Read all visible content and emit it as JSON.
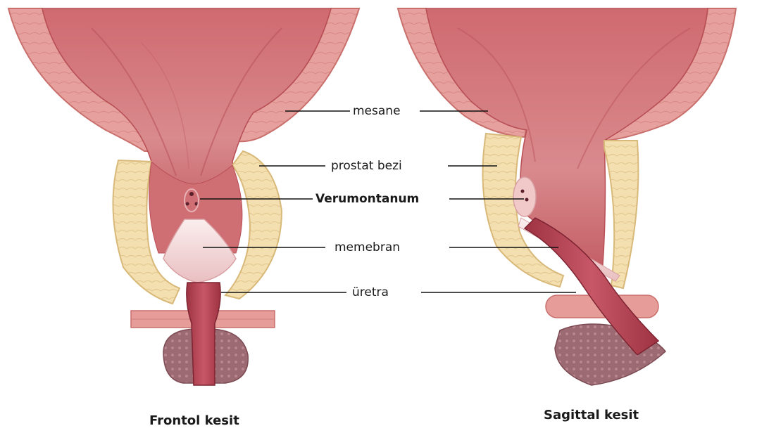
{
  "labels": {
    "mesane": "mesane",
    "prostat_bezi": "prostat bezi",
    "verumontanum": "Verumontanum",
    "memebran": "memebran",
    "uretra": "üretra"
  },
  "captions": {
    "frontal": "Frontol kesit",
    "sagittal": "Sagittal kesit"
  },
  "colors": {
    "bladder_wall": "#e59b98",
    "bladder_wall_edge": "#c96f6c",
    "bladder_lumen": "#d47679",
    "bladder_lumen_dark": "#b84f55",
    "prostate": "#f3dfb0",
    "prostate_edge": "#d8b97a",
    "urethra": "#b94552",
    "membrane": "#f7e4e4",
    "perineal_muscle": "#9c6a72"
  }
}
